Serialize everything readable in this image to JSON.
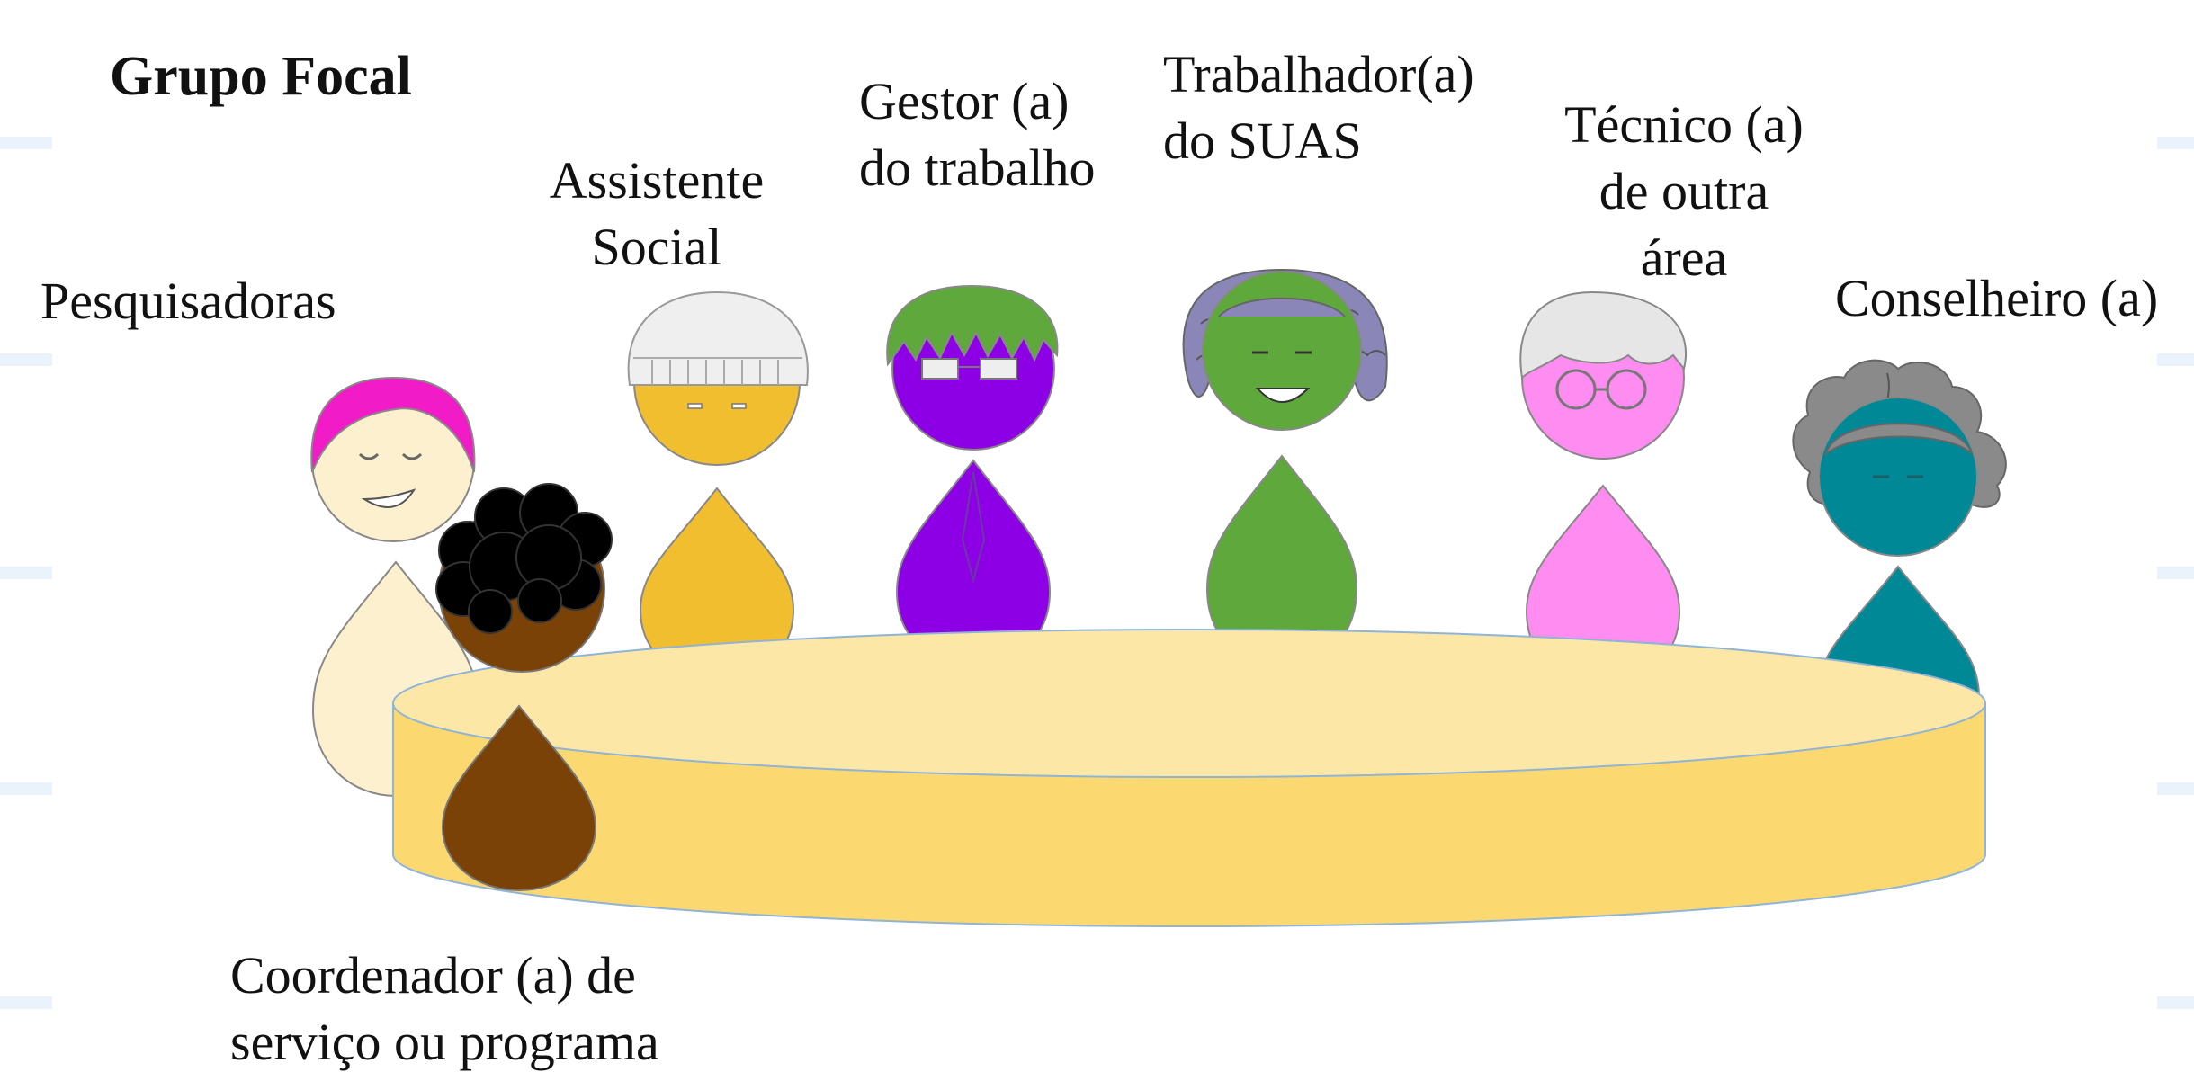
{
  "title": "Grupo Focal",
  "participants": [
    {
      "id": "pesquisadoras",
      "label": "Pesquisadoras"
    },
    {
      "id": "assistente-social",
      "label_lines": [
        "Assistente",
        "Social"
      ]
    },
    {
      "id": "gestor",
      "label_lines": [
        "Gestor (a)",
        "do trabalho"
      ]
    },
    {
      "id": "trabalhador",
      "label_lines": [
        "Trabalhador(a)",
        "do SUAS"
      ]
    },
    {
      "id": "tecnico",
      "label_lines": [
        "Técnico (a)",
        "de outra",
        "área"
      ]
    },
    {
      "id": "conselheiro",
      "label": "Conselheiro (a)"
    },
    {
      "id": "coordenador",
      "label_lines": [
        "Coordenador (a) de",
        "serviço ou programa"
      ]
    }
  ],
  "colors": {
    "table_top": "#fde7a6",
    "table_side": "#fcd870",
    "table_edge": "#8fb4d6",
    "pesquisadoras": "#fdf0cf",
    "pesquisadoras_hair": "#f21bc8",
    "coordenador": "#7a4207",
    "assistente": "#f0be2e",
    "gestor": "#8d00e6",
    "gestor_hair": "#5ea83c",
    "trabalhador": "#5ea83c",
    "trabalhador_hair": "#8a86b8",
    "tecnico": "#ff8cf0",
    "conselheiro": "#008896",
    "conselheiro_hair": "#8a8a8a",
    "beanie": "#efefef"
  }
}
